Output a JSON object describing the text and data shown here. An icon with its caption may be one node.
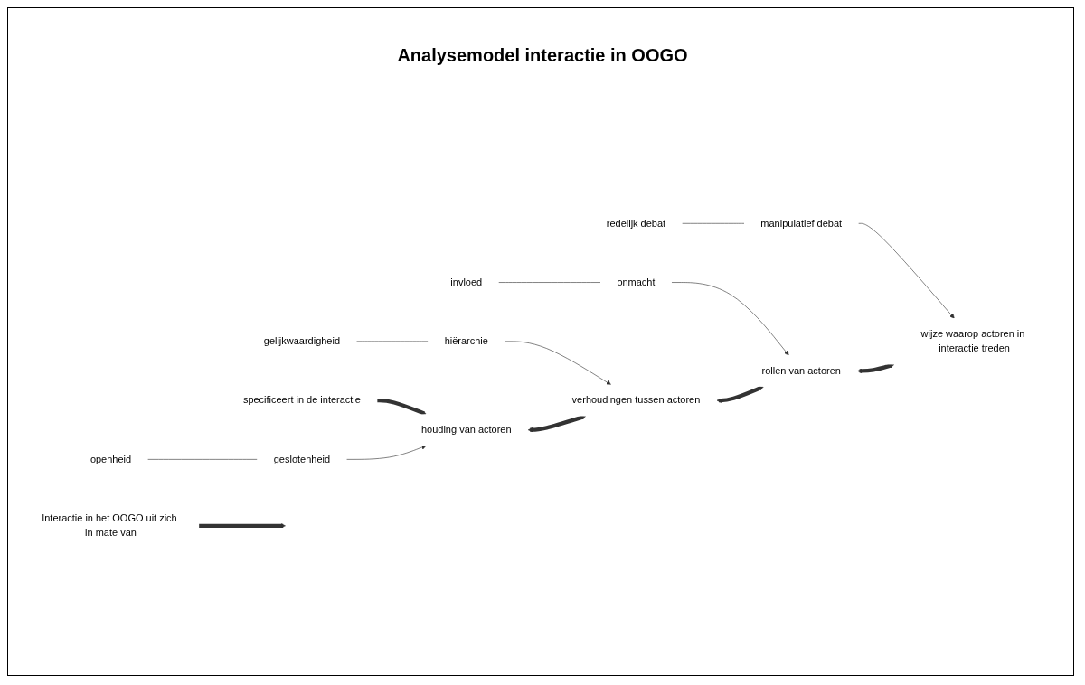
{
  "diagram": {
    "title": "Analysemodel interactie in OOGO",
    "nodes": [
      {
        "text": [
          "Interactie in het OOGO uit zich in mate van"
        ]
      },
      {
        "text": [
          "specificeert in de interactie"
        ]
      },
      {
        "text": [
          "openheid"
        ]
      },
      {
        "text": [
          "geslotenheid"
        ]
      },
      {
        "text": [
          "houding van actoren"
        ]
      },
      {
        "text": [
          "gelijkwaardigheid"
        ]
      },
      {
        "text": [
          "hiërarchie"
        ]
      },
      {
        "text": [
          "verhoudingen tussen actoren"
        ]
      },
      {
        "text": [
          "invloed"
        ]
      },
      {
        "text": [
          "onmacht"
        ]
      },
      {
        "text": [
          "rollen van actoren"
        ]
      },
      {
        "text": [
          "redelijk debat"
        ]
      },
      {
        "text": [
          "manipulatief debat"
        ]
      },
      {
        "text": [
          "wijze waarop actoren in interactie treden"
        ]
      }
    ],
    "edges": [
      {
        "from": 0,
        "to": null,
        "arrow": "to",
        "style": "thick"
      },
      {
        "from": 1,
        "to": 4,
        "arrow": "to",
        "style": "thick"
      },
      {
        "from": 2,
        "to": 3,
        "arrow": "none"
      },
      {
        "from": 3,
        "to": 4,
        "arrow": "to"
      },
      {
        "from": 5,
        "to": 6,
        "arrow": "none"
      },
      {
        "from": 6,
        "to": 7,
        "arrow": "to"
      },
      {
        "from": 8,
        "to": 9,
        "arrow": "none"
      },
      {
        "from": 9,
        "to": 10,
        "arrow": "to"
      },
      {
        "from": 11,
        "to": 12,
        "arrow": "none"
      },
      {
        "from": 12,
        "to": 13,
        "arrow": "to"
      },
      {
        "from": 4,
        "to": 7,
        "arrow": "both",
        "style": "thick"
      },
      {
        "from": 7,
        "to": 10,
        "arrow": "both",
        "style": "thick"
      },
      {
        "from": 10,
        "to": 13,
        "arrow": "both",
        "style": "thick"
      }
    ]
  }
}
